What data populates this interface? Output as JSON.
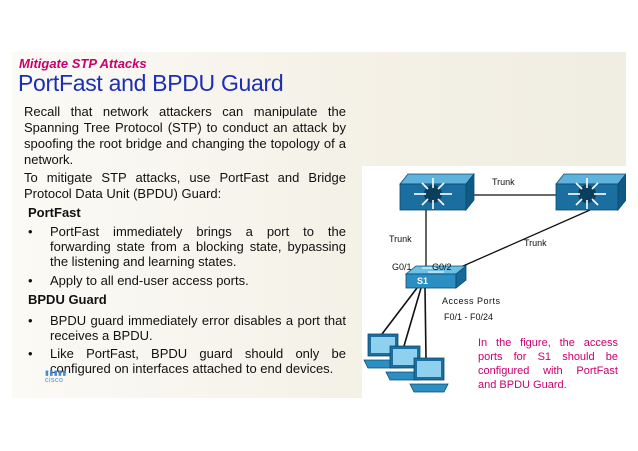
{
  "slide": {
    "kicker": "Mitigate STP Attacks",
    "title": "PortFast and BPDU Guard",
    "paragraphs": [
      "Recall that network attackers can manipulate the Spanning Tree Protocol (STP) to conduct an attack by spoofing the root bridge and changing the topology of a network.",
      "To mitigate STP attacks, use PortFast and Bridge Protocol Data Unit (BPDU) Guard:"
    ],
    "sections": [
      {
        "heading": "PortFast",
        "bullets": [
          "PortFast immediately brings a port to the forwarding state from a blocking state, bypassing the listening and learning states.",
          "Apply to all end-user access ports."
        ]
      },
      {
        "heading": "BPDU Guard",
        "bullets": [
          "BPDU guard immediately error disables a port that receives a BPDU.",
          "Like PortFast, BPDU guard should only be configured on interfaces attached to end devices."
        ]
      }
    ],
    "bullet_char": "•",
    "logo_text": "cisco"
  },
  "diagram": {
    "links": {
      "top": "Trunk",
      "left": "Trunk",
      "right": "Trunk"
    },
    "ports": {
      "left": "G0/1",
      "right": "G0/2"
    },
    "switch_label": "S1",
    "access_ports_title": "Access Ports",
    "access_ports_range": "F0/1 - F0/24",
    "caption": "In the figure, the access ports for S1 should be configured with PortFast and BPDU Guard."
  },
  "colors": {
    "kicker": "#c8006e",
    "title": "#1c2fb2",
    "caption": "#c8006e",
    "router": "#1a6fa0",
    "switch": "#2b8fc4"
  },
  "icons": [
    "router-icon",
    "multilayer-switch-icon",
    "switch-icon",
    "pc-icon"
  ]
}
